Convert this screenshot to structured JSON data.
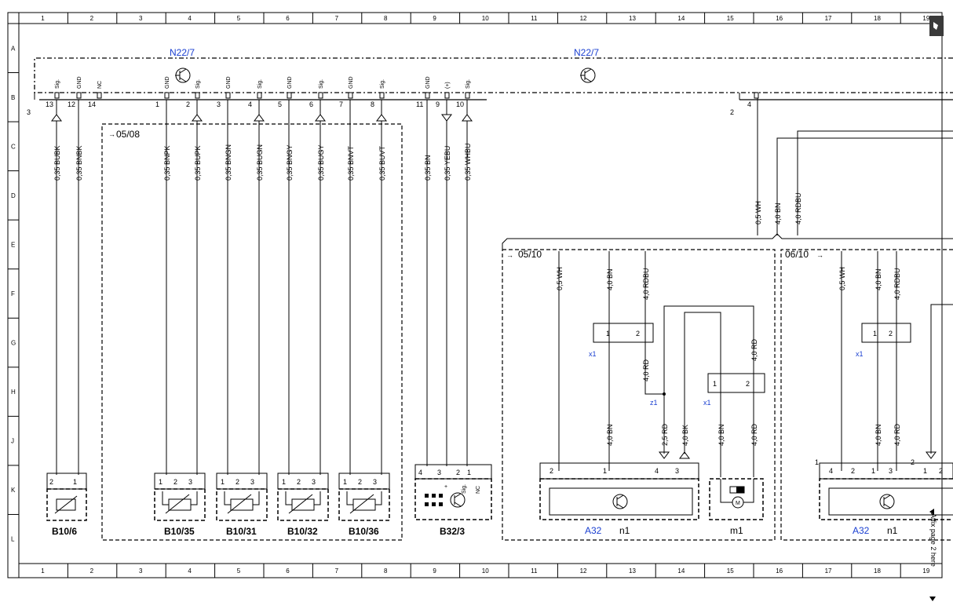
{
  "border": {
    "columns": [
      "1",
      "2",
      "3",
      "4",
      "5",
      "6",
      "7",
      "8",
      "9",
      "10",
      "11",
      "12",
      "13",
      "14",
      "15",
      "16",
      "17",
      "18",
      "19"
    ],
    "rows": [
      "A",
      "B",
      "C",
      "D",
      "E",
      "F",
      "G",
      "H",
      "J",
      "K",
      "L"
    ]
  },
  "modules": {
    "left_title": "N22/7",
    "right_title": "N22/7",
    "left_connector_no": "3",
    "right_connector_no": "2",
    "pins": [
      {
        "label": "Sig.",
        "pin": "13",
        "wire": "0,35 BUBK"
      },
      {
        "label": "GND",
        "pin": "12",
        "wire": "0,35 BNBK"
      },
      {
        "label": "NC",
        "pin": "14",
        "wire": ""
      },
      {
        "label": "GND",
        "pin": "1",
        "wire": "0,35 BNPK"
      },
      {
        "label": "Sig.",
        "pin": "2",
        "wire": "0,35 BUPK"
      },
      {
        "label": "GND",
        "pin": "3",
        "wire": "0,35 BNGN"
      },
      {
        "label": "Sig.",
        "pin": "4",
        "wire": "0,35 BUGN"
      },
      {
        "label": "GND",
        "pin": "5",
        "wire": "0,35 BNGY"
      },
      {
        "label": "Sig.",
        "pin": "6",
        "wire": "0,35 BUGY"
      },
      {
        "label": "GND",
        "pin": "7",
        "wire": "0,35 BNVT"
      },
      {
        "label": "Sig.",
        "pin": "8",
        "wire": "0,35 BUVT"
      },
      {
        "label": "GND",
        "pin": "11",
        "wire": "0,35 BN"
      },
      {
        "label": "(+)",
        "pin": "9",
        "wire": "0,35 YEBU"
      },
      {
        "label": "Sig.",
        "pin": "10",
        "wire": "0,35 WHBU"
      }
    ],
    "right_pin": "4"
  },
  "variant_box_label": "05/08",
  "sensors": [
    {
      "name": "B10/6",
      "pins": [
        "2",
        "1"
      ]
    },
    {
      "name": "B10/35",
      "pins": [
        "1",
        "2",
        "3"
      ]
    },
    {
      "name": "B10/31",
      "pins": [
        "1",
        "2",
        "3"
      ]
    },
    {
      "name": "B10/32",
      "pins": [
        "1",
        "2",
        "3"
      ]
    },
    {
      "name": "B10/36",
      "pins": [
        "1",
        "2",
        "3"
      ]
    },
    {
      "name": "B32/3",
      "pins": [
        "4",
        "3",
        "2",
        "1"
      ],
      "pin_labels": [
        "+",
        "Sig.",
        "NC"
      ]
    }
  ],
  "supply_wires": [
    "0,5 WH",
    "4,0 BN",
    "4,0 RDBU"
  ],
  "variant_a": {
    "label": "05/10",
    "wires_top": [
      "0,5 WH",
      "4,0 BN",
      "4,0 RDBU"
    ],
    "x1": "x1",
    "z1": "z1",
    "x1b": "x1",
    "connector_pins": [
      "1",
      "2"
    ],
    "wire_rd_a": "4,0 RD",
    "wire_rd_b": "4,0 RD",
    "wire_bn_a": "4,0 BN",
    "wire_25rd": "2,5 RD",
    "wire_bk": "4,0 BK",
    "wire_bn_b": "4,0 BN",
    "wire_rd_c": "4,0 RD",
    "a32_pins": [
      "2",
      "1",
      "4",
      "3"
    ],
    "motor_pins": [
      "1",
      "2"
    ],
    "a32_name": "A32",
    "a32_sub": "n1",
    "motor_name": "m1"
  },
  "variant_b": {
    "label": "06/10",
    "wires_top": [
      "0,5 WH",
      "4,0 BN",
      "4,0 RDBU"
    ],
    "x1": "x1",
    "connector_pins": [
      "1",
      "2"
    ],
    "wire_bn": "4,0 BN",
    "wire_rd": "4,0 RD",
    "a32_pins": [
      "4",
      "2",
      "1",
      "3",
      "1",
      "2"
    ],
    "side_nums": [
      "1",
      "2"
    ],
    "a32_name": "A32",
    "a32_sub": "n1"
  },
  "affix_note": "Affix page 2 here",
  "motor_symbol": "M"
}
